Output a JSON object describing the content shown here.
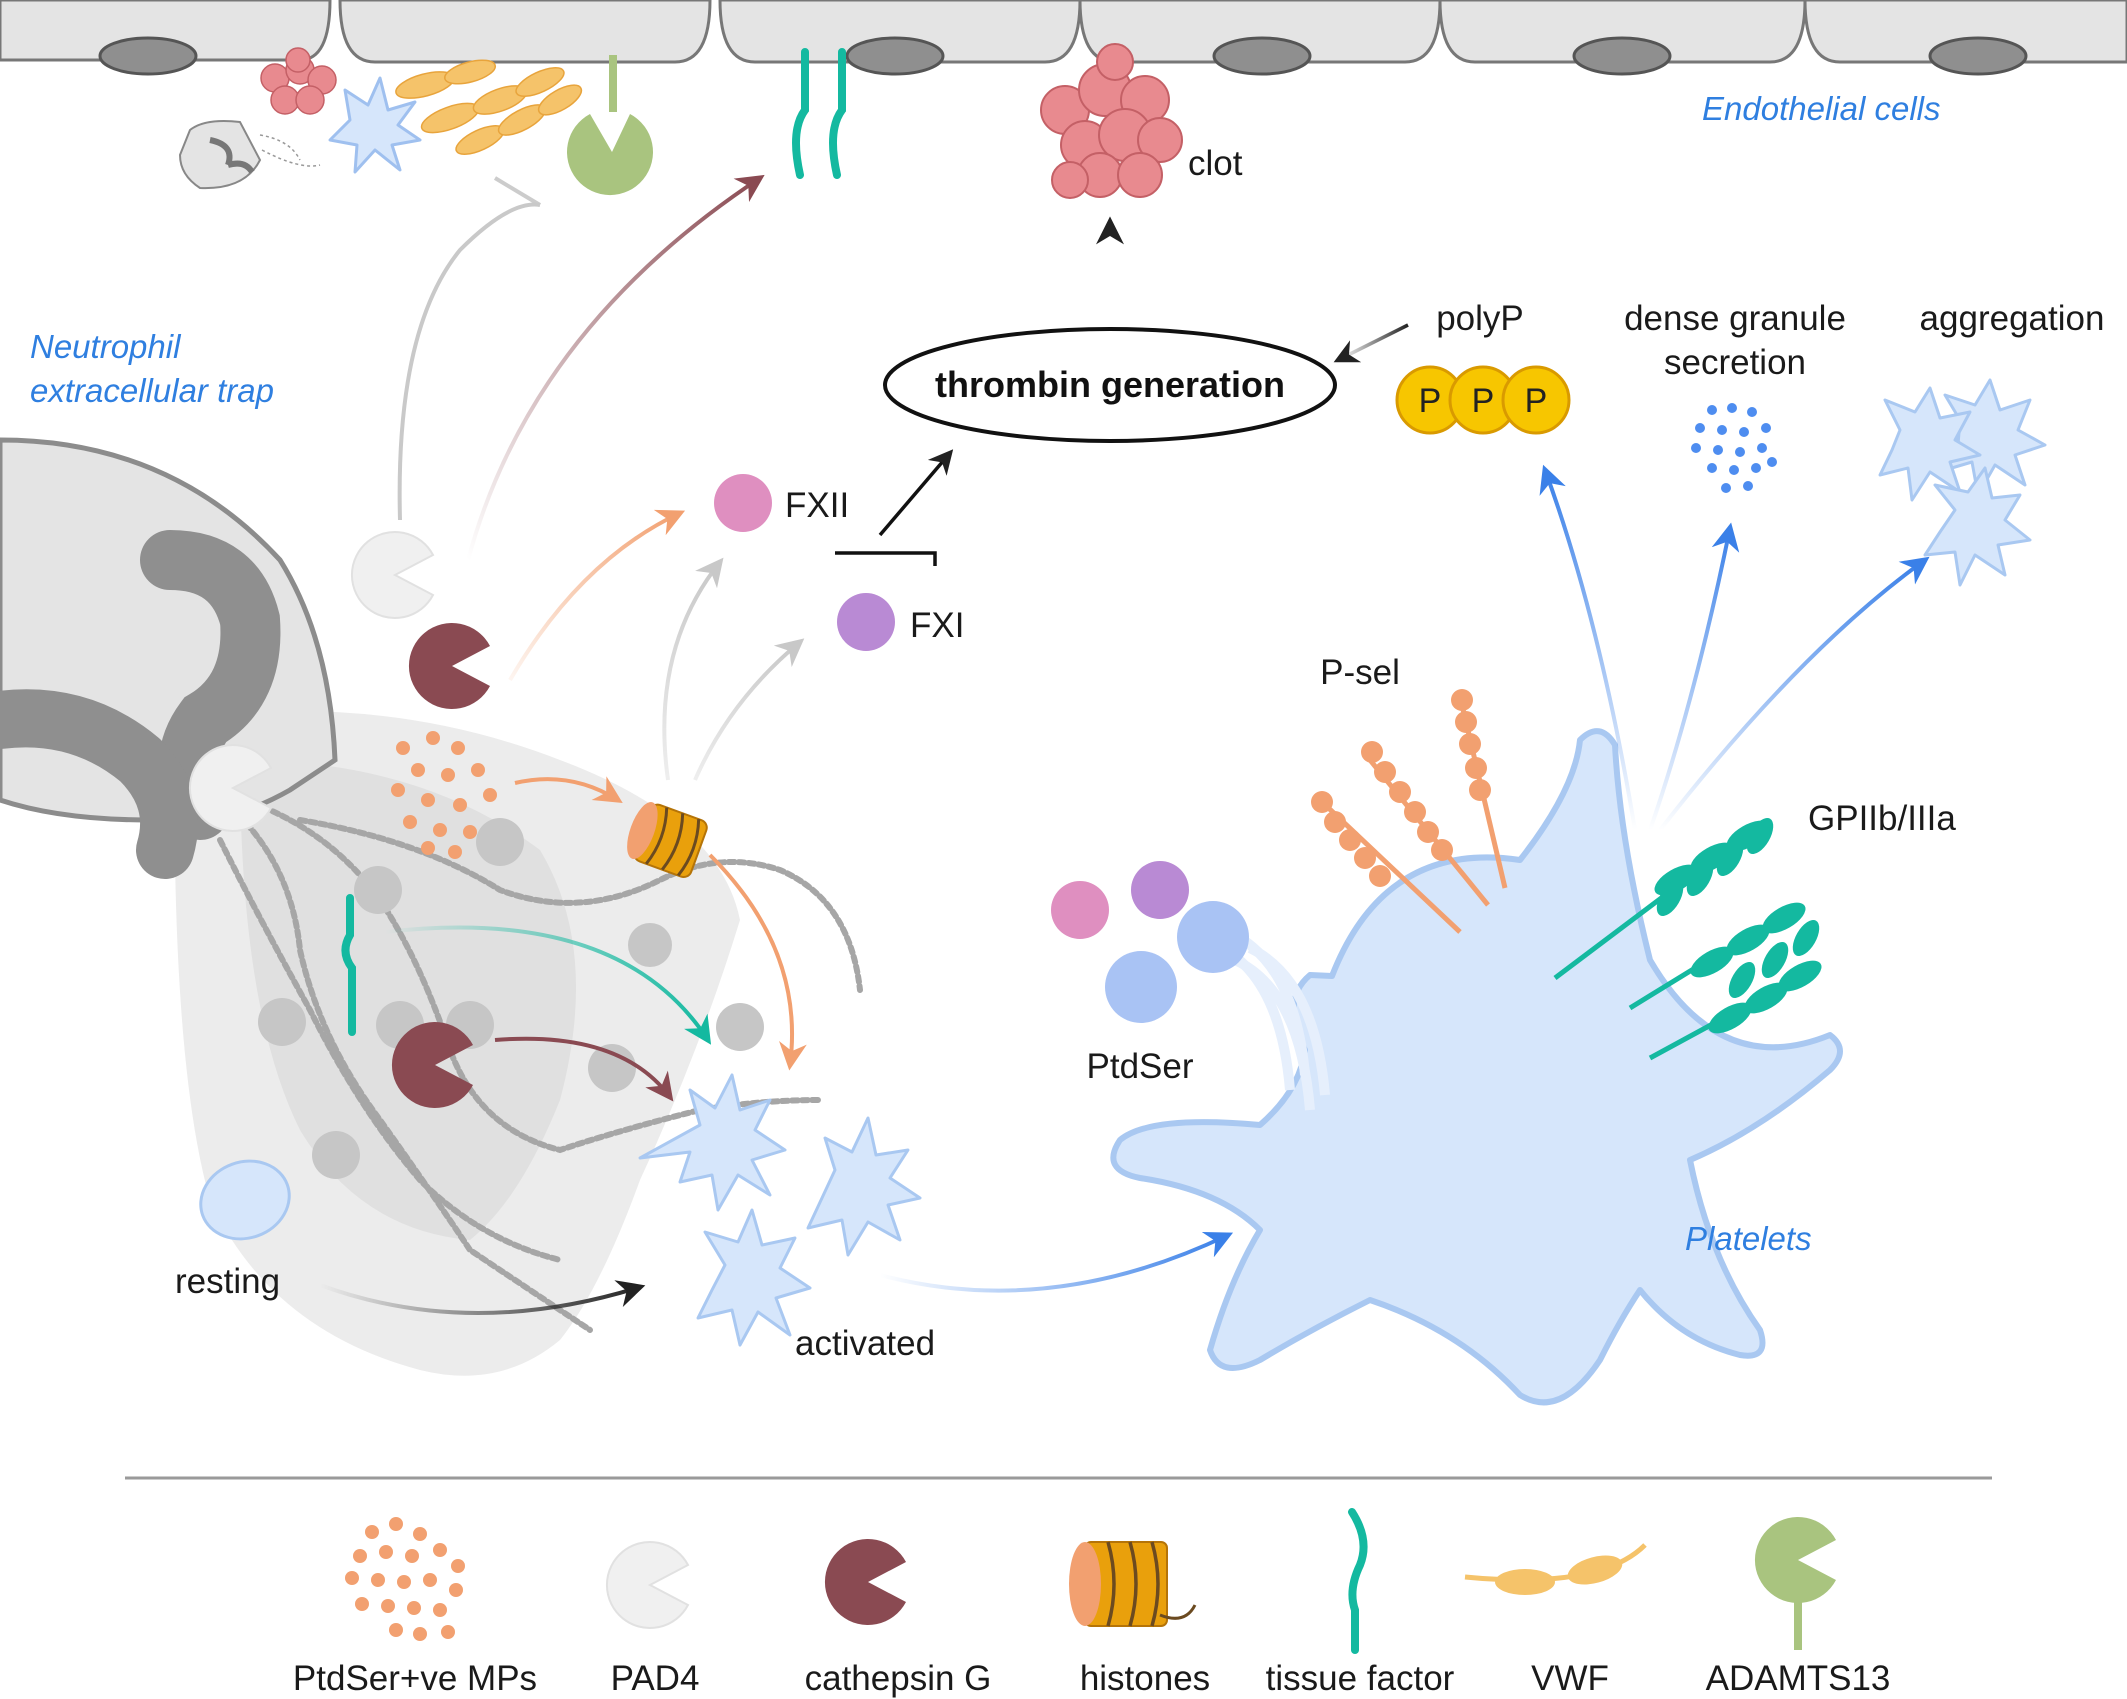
{
  "labels": {
    "endothelial": "Endothelial cells",
    "net_line1": "Neutrophil",
    "net_line2": "extracellular trap",
    "clot": "clot",
    "thrombin": "thrombin generation",
    "polyp": "polyP",
    "dense_line1": "dense granule",
    "dense_line2": "secretion",
    "aggregation": "aggregation",
    "fxii": "FXII",
    "fxi": "FXI",
    "psel": "P-sel",
    "gpiib": "GPIIb/IIIa",
    "ptdser": "PtdSer",
    "platelets": "Platelets",
    "resting": "resting",
    "activated": "activated",
    "p": "P"
  },
  "legend": [
    {
      "label": "PtdSer+ve MPs",
      "icon": "microparticles-icon"
    },
    {
      "label": "PAD4",
      "icon": "pad4-pacman-icon"
    },
    {
      "label": "cathepsin G",
      "icon": "cathepsin-g-pacman-icon"
    },
    {
      "label": "histones",
      "icon": "histone-spool-icon"
    },
    {
      "label": "tissue factor",
      "icon": "tissue-factor-icon"
    },
    {
      "label": "VWF",
      "icon": "vwf-icon"
    },
    {
      "label": "ADAMTS13",
      "icon": "adamts13-icon"
    }
  ],
  "colors": {
    "endothelium": "#e4e4e4",
    "nucleus": "#8f8f8f",
    "platelet_fill": "#d6e6fb",
    "platelet_edge": "#a9c8f1",
    "blue_arrow": "#3a80e8",
    "orange": "#f2a070",
    "maroon": "#8a4a52",
    "teal": "#14b9a0",
    "vwf": "#f5c36a",
    "adamts13": "#a9c47f",
    "fxii": "#df8fc0",
    "fxi": "#b98ad4",
    "polyp": "#f7c600",
    "clot": "#e88a8f"
  }
}
